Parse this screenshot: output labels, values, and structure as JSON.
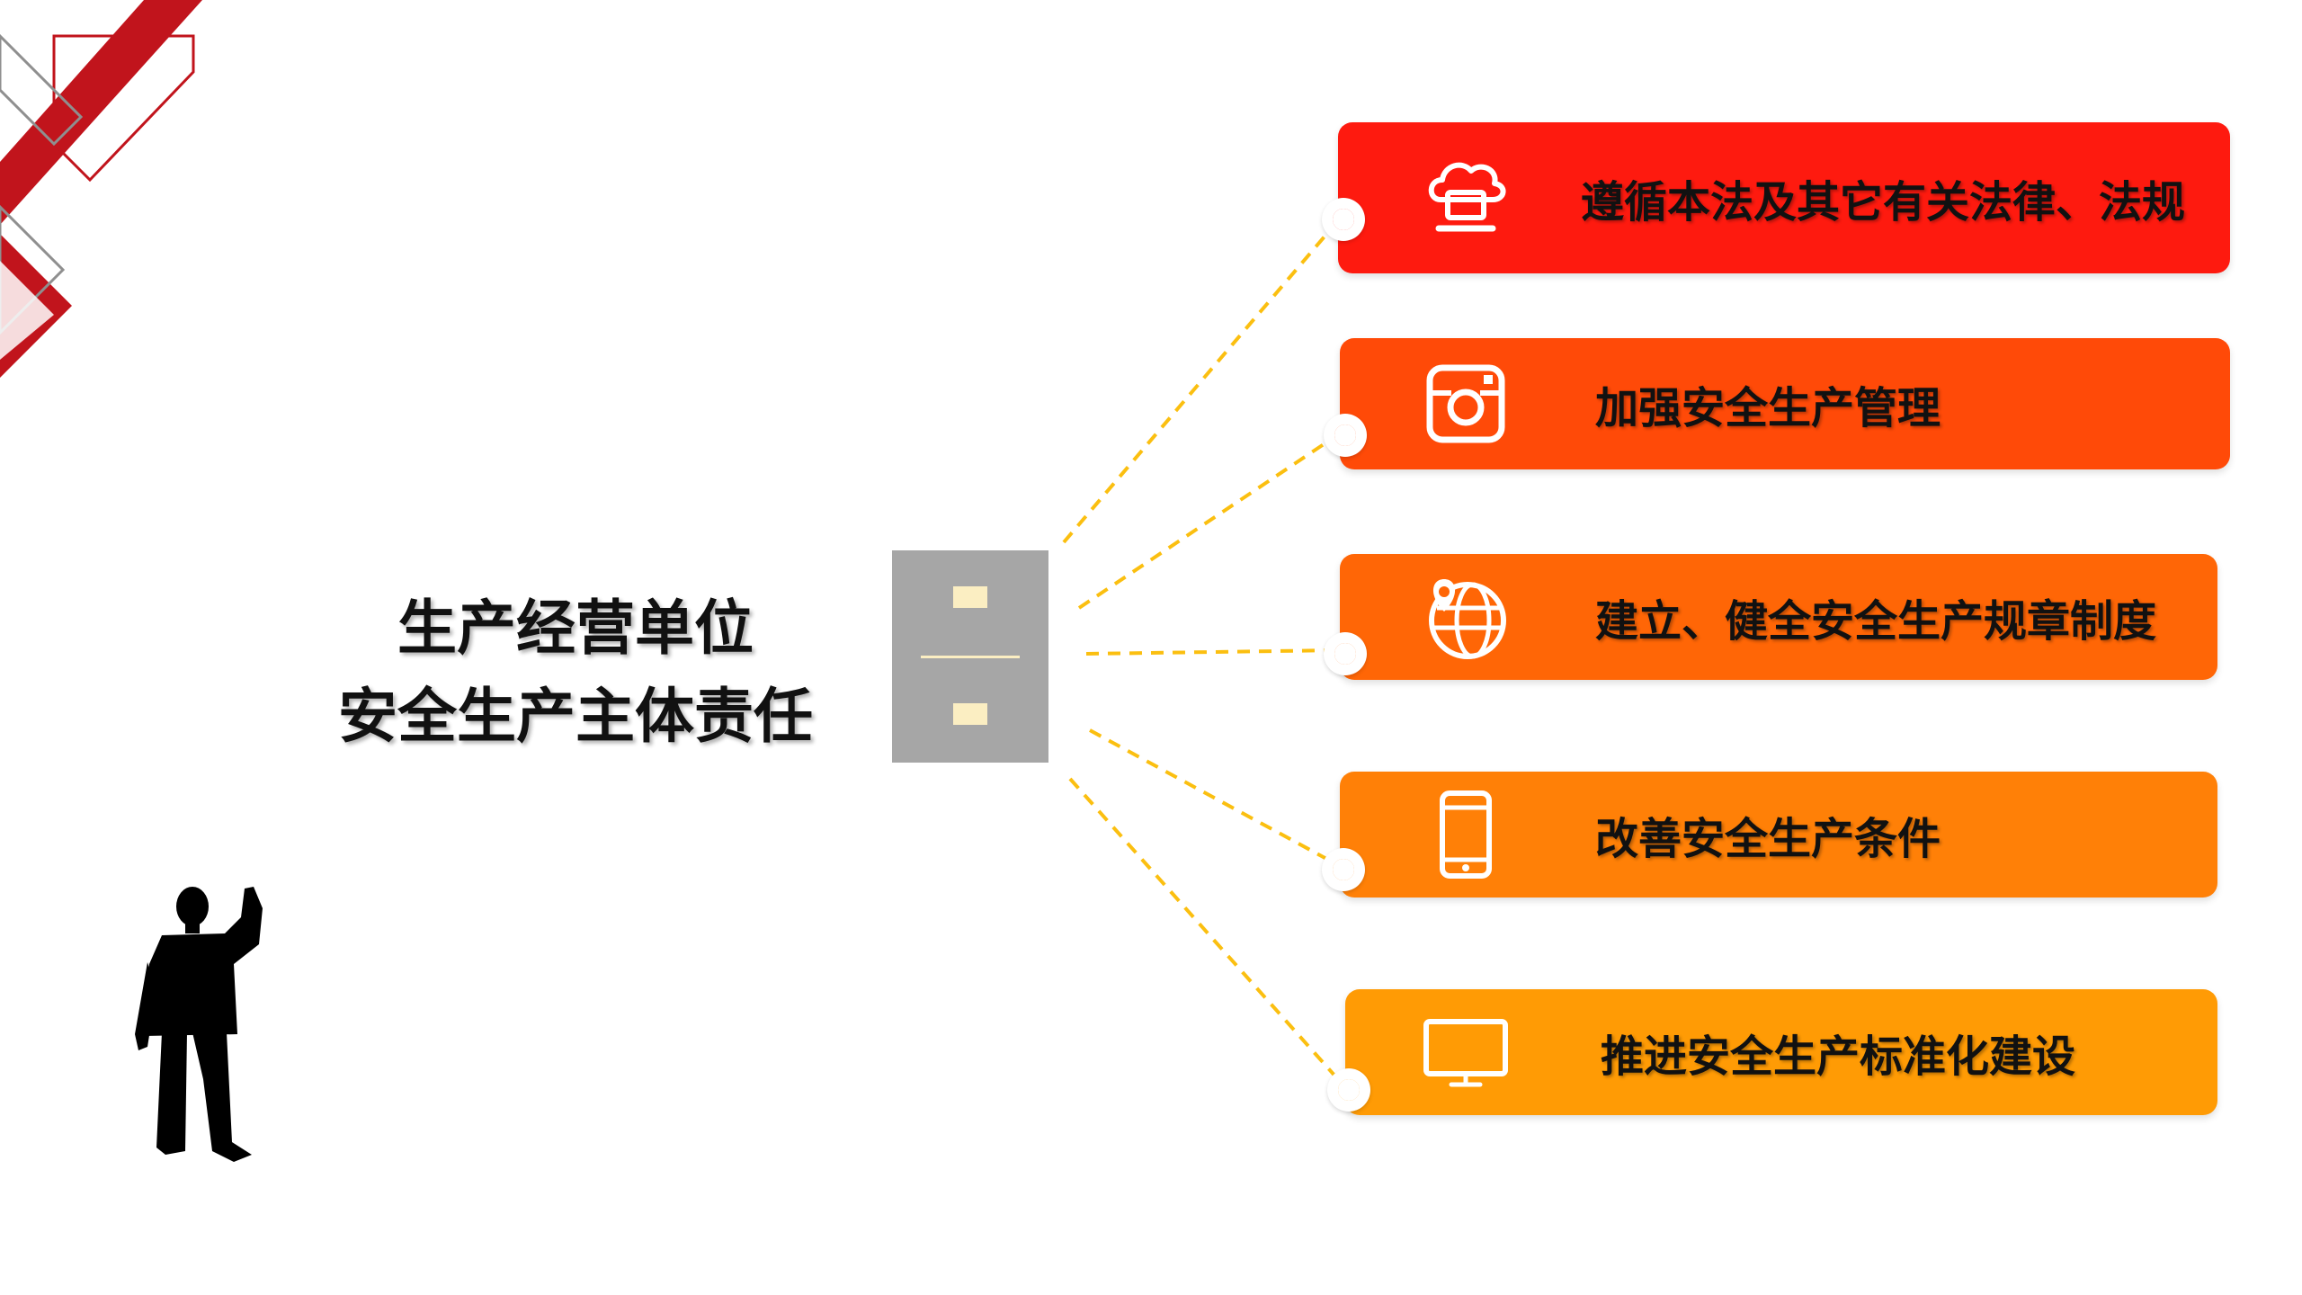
{
  "center": {
    "title_line1": "生产经营单位",
    "title_line2": "安全生产主体责任"
  },
  "items": [
    {
      "label": "遵循本法及其它有关法律、法规",
      "color": "#fe1a0f",
      "icon": "cloud-laptop-icon"
    },
    {
      "label": "加强安全生产管理",
      "color": "#ff4a08",
      "icon": "camera-icon"
    },
    {
      "label": "建立、健全安全生产规章制度",
      "color": "#ff6606",
      "icon": "globe-pin-icon"
    },
    {
      "label": "改善安全生产条件",
      "color": "#ff8007",
      "icon": "smartphone-icon"
    },
    {
      "label": "推进安全生产标准化建设",
      "color": "#ff9b05",
      "icon": "monitor-icon"
    }
  ],
  "colors": {
    "connector": "#fbbf10",
    "decor_red": "#c1141c",
    "cabinet": "#a6a6a6",
    "handle": "#fbeec2"
  }
}
